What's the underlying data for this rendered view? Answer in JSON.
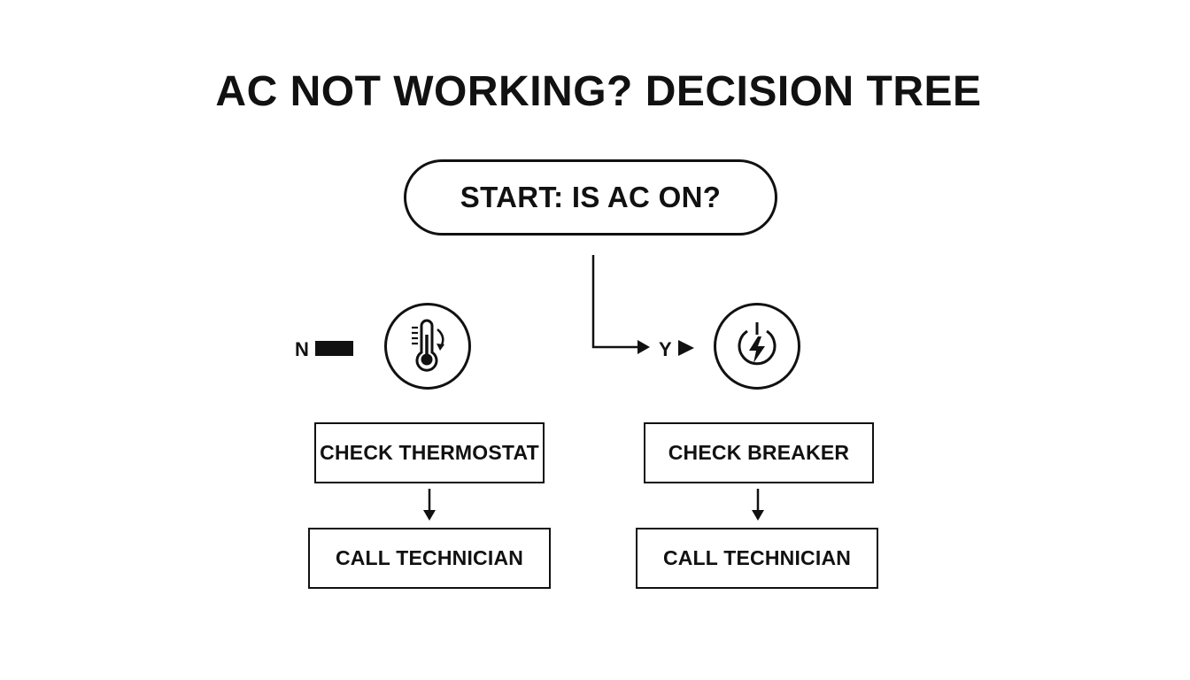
{
  "title": "AC NOT WORKING? DECISION TREE",
  "start": {
    "label": "START: IS AC ON?"
  },
  "branches": {
    "no": {
      "label": "N",
      "icon": "thermometer-icon",
      "step": "CHECK THERMOSTAT",
      "next": "CALL TECHNICIAN"
    },
    "yes": {
      "label": "Y",
      "icon": "power-lightning-icon",
      "step": "CHECK BREAKER",
      "next": "CALL TECHNICIAN"
    }
  },
  "colors": {
    "ink": "#111111",
    "background": "#ffffff"
  }
}
